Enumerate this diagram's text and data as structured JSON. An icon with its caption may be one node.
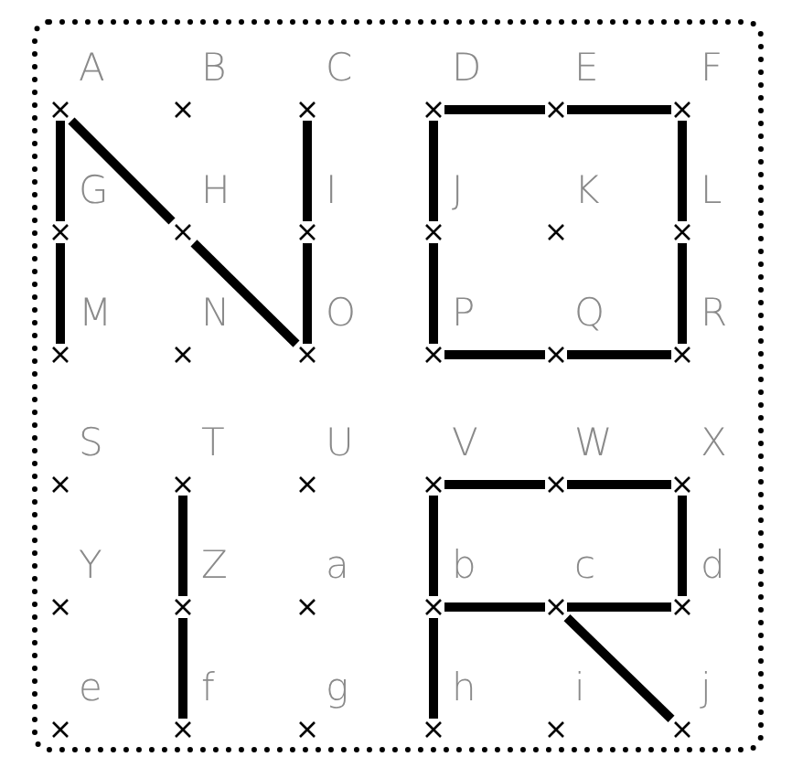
{
  "diagram": {
    "nodes": [
      {
        "text": [
          "A"
        ]
      },
      {
        "text": [
          "B"
        ]
      },
      {
        "text": [
          "C"
        ]
      },
      {
        "text": [
          "D"
        ]
      },
      {
        "text": [
          "E"
        ]
      },
      {
        "text": [
          "F"
        ]
      },
      {
        "text": [
          "G"
        ]
      },
      {
        "text": [
          "H"
        ]
      },
      {
        "text": [
          "I"
        ]
      },
      {
        "text": [
          "J"
        ]
      },
      {
        "text": [
          "K"
        ]
      },
      {
        "text": [
          "L"
        ]
      },
      {
        "text": [
          "M"
        ]
      },
      {
        "text": [
          "N"
        ]
      },
      {
        "text": [
          "O"
        ]
      },
      {
        "text": [
          "P"
        ]
      },
      {
        "text": [
          "Q"
        ]
      },
      {
        "text": [
          "R"
        ]
      },
      {
        "text": [
          "S"
        ]
      },
      {
        "text": [
          "T"
        ]
      },
      {
        "text": [
          "U"
        ]
      },
      {
        "text": [
          "V"
        ]
      },
      {
        "text": [
          "W"
        ]
      },
      {
        "text": [
          "X"
        ]
      },
      {
        "text": [
          "Y"
        ]
      },
      {
        "text": [
          "Z"
        ]
      },
      {
        "text": [
          "a"
        ]
      },
      {
        "text": [
          "b"
        ]
      },
      {
        "text": [
          "c"
        ]
      },
      {
        "text": [
          "d"
        ]
      },
      {
        "text": [
          "e"
        ]
      },
      {
        "text": [
          "f"
        ]
      },
      {
        "text": [
          "g"
        ]
      },
      {
        "text": [
          "h"
        ]
      },
      {
        "text": [
          "i"
        ]
      },
      {
        "text": [
          "j"
        ]
      }
    ],
    "edges": [
      {
        "from": 0,
        "to": 6,
        "arrow": "none"
      },
      {
        "from": 6,
        "to": 12,
        "arrow": "none"
      },
      {
        "from": 0,
        "to": 7,
        "arrow": "none"
      },
      {
        "from": 7,
        "to": 14,
        "arrow": "none"
      },
      {
        "from": 2,
        "to": 8,
        "arrow": "none"
      },
      {
        "from": 8,
        "to": 14,
        "arrow": "none"
      },
      {
        "from": 3,
        "to": 4,
        "arrow": "none"
      },
      {
        "from": 4,
        "to": 5,
        "arrow": "none"
      },
      {
        "from": 5,
        "to": 11,
        "arrow": "none"
      },
      {
        "from": 11,
        "to": 17,
        "arrow": "none"
      },
      {
        "from": 17,
        "to": 16,
        "arrow": "none"
      },
      {
        "from": 16,
        "to": 15,
        "arrow": "none"
      },
      {
        "from": 15,
        "to": 9,
        "arrow": "none"
      },
      {
        "from": 9,
        "to": 3,
        "arrow": "none"
      },
      {
        "from": 19,
        "to": 25,
        "arrow": "none"
      },
      {
        "from": 25,
        "to": 31,
        "arrow": "none"
      },
      {
        "from": 21,
        "to": 22,
        "arrow": "none"
      },
      {
        "from": 22,
        "to": 23,
        "arrow": "none"
      },
      {
        "from": 23,
        "to": 29,
        "arrow": "none"
      },
      {
        "from": 29,
        "to": 28,
        "arrow": "none"
      },
      {
        "from": 28,
        "to": 27,
        "arrow": "none"
      },
      {
        "from": 27,
        "to": 21,
        "arrow": "none"
      },
      {
        "from": 27,
        "to": 33,
        "arrow": "none"
      },
      {
        "from": 28,
        "to": 35,
        "arrow": "none"
      }
    ]
  }
}
